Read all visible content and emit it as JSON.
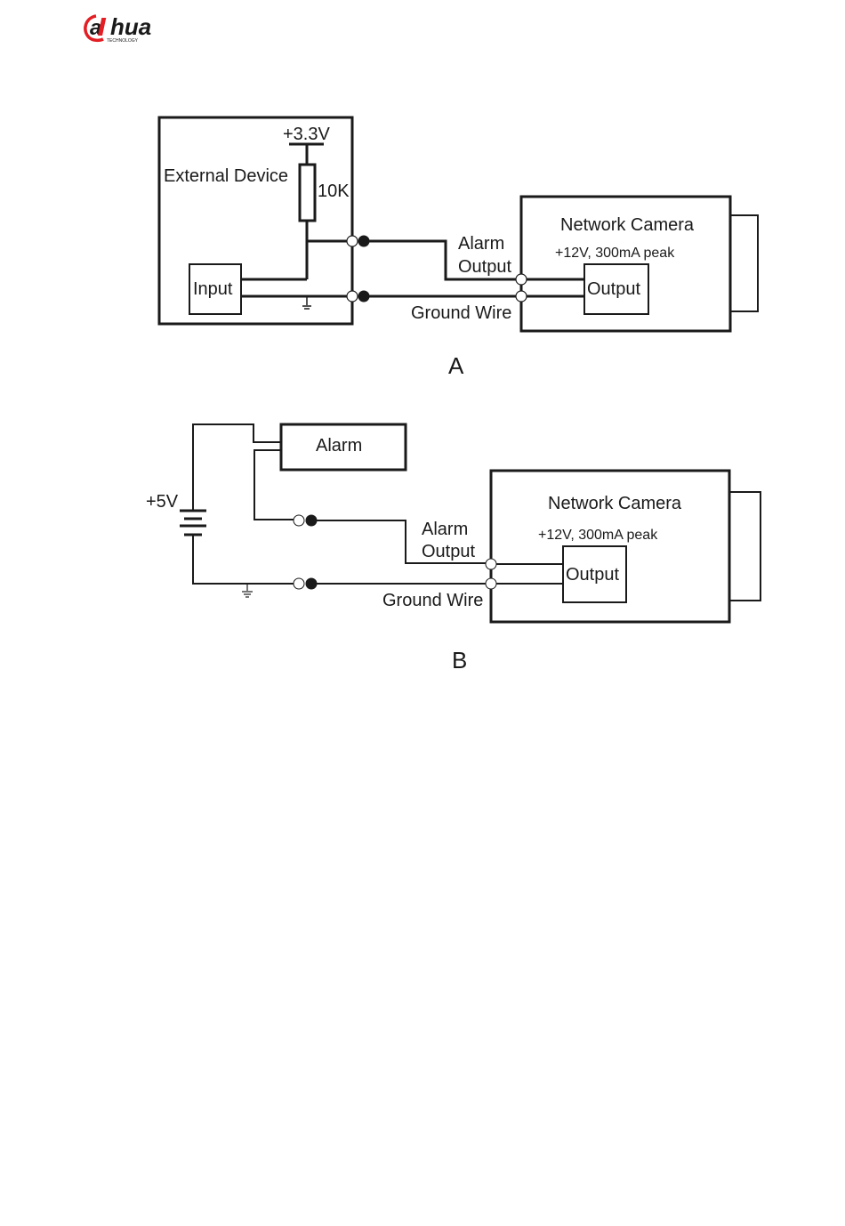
{
  "header": {
    "logo": {
      "brand": "alhua",
      "brand_prefix": "a",
      "brand_suffix": "hua",
      "tagline": "TECHNOLOGY",
      "brand_color": "#e31e24",
      "text_color": "#1a1a1a"
    }
  },
  "diagrams": [
    {
      "id": "A",
      "caption": "A",
      "external_device": {
        "title": "External Device",
        "supply_label": "+3.3V",
        "resistor_label": "10K",
        "input_label": "Input"
      },
      "wires": {
        "alarm_output_line1": "Alarm",
        "alarm_output_line2": "Output",
        "ground_wire": "Ground Wire"
      },
      "camera": {
        "title": "Network Camera",
        "rating": "+12V, 300mA peak",
        "output_label": "Output"
      }
    },
    {
      "id": "B",
      "caption": "B",
      "supply_label": "+5V",
      "alarm_label": "Alarm",
      "wires": {
        "alarm_output_line1": "Alarm",
        "alarm_output_line2": "Output",
        "ground_wire": "Ground Wire"
      },
      "camera": {
        "title": "Network Camera",
        "rating": "+12V, 300mA peak",
        "output_label": "Output"
      }
    }
  ],
  "colors": {
    "line": "#1a1a1a",
    "background": "#ffffff"
  }
}
